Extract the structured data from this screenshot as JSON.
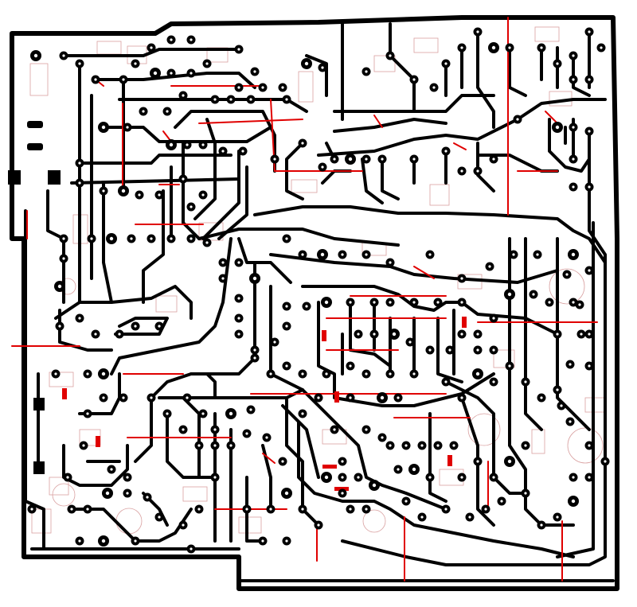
{
  "title": "",
  "colors": {
    "background": "#ffffff",
    "copper_traces": "#000000",
    "jumper_wires": "#e00000",
    "silkscreen": "#d9a0a0",
    "pad_holes": "#ffffff"
  },
  "layers": [
    "copper",
    "jumpers",
    "silkscreen",
    "pads"
  ]
}
